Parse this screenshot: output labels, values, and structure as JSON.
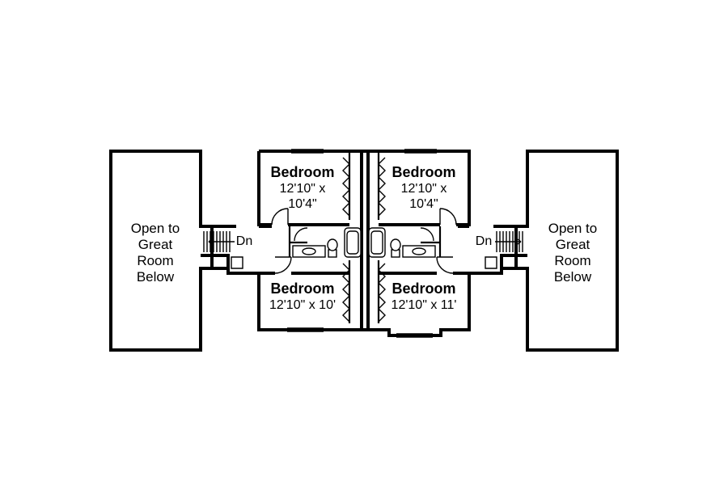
{
  "rooms": {
    "open_left": [
      "Open to",
      "Great",
      "Room",
      "Below"
    ],
    "open_right": [
      "Open to",
      "Great",
      "Room",
      "Below"
    ],
    "bedroom_top_left": {
      "name": "Bedroom",
      "dims": [
        "12'10\" x",
        "10'4\""
      ]
    },
    "bedroom_top_right": {
      "name": "Bedroom",
      "dims": [
        "12'10\" x",
        "10'4\""
      ]
    },
    "bedroom_bottom_left": {
      "name": "Bedroom",
      "dims": [
        "12'10\" x 10'"
      ]
    },
    "bedroom_bottom_right": {
      "name": "Bedroom",
      "dims": [
        "12'10\" x 11'"
      ]
    }
  },
  "stairs": {
    "left_label": "Dn",
    "right_label": "Dn"
  }
}
